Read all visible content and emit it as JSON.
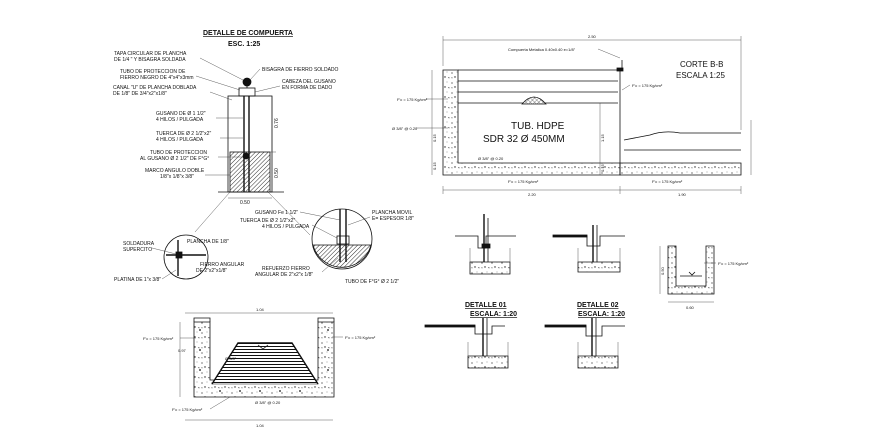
{
  "gate_detail": {
    "title": "DETALLE DE COMPUERTA",
    "scale": "ESC. 1:25",
    "labels": {
      "tapa": [
        "TAPA CIRCULAR DE PLANCHA",
        "DE 1/4 \" Y BISAGRA SOLDADA"
      ],
      "tubo_proteccion": [
        "TUBO DE PROTECCION DE",
        "FIERRO NEGRO DE 4\"x4\"x3mm"
      ],
      "canal_u": [
        "CANAL \"U\" DE PLANCHA DOBLADA",
        "DE 1/8\" DE 3/4\"x2\"x1/8\""
      ],
      "bisagra": "BISAGRA DE FIERRO SOLDADO",
      "cabeza": [
        "CABEZA DEL GUSANO",
        "EN FORMA DE DADO"
      ],
      "gusano": [
        "GUSANO DE Ø 1 1/2\"",
        "4 HILOS / PULGADA"
      ],
      "tuerca": [
        "TUERCA DE Ø 2 1/2\"x2\"",
        "4 HILOS / PULGADA"
      ],
      "tubo_gusano": [
        "TUBO DE PROTECCION",
        "AL GUSANO Ø 2 1/2\" DE F°G°"
      ],
      "marco": [
        "MARCO ANGULO DOBLE",
        "1/8\"x 1/8\"x 3/8\""
      ],
      "dim_076": "0.76",
      "dim_050v": "0.50",
      "dim_050h": "0.50"
    }
  },
  "small_details": {
    "soldadura": [
      "SOLDADURA",
      "SUPERCITO"
    ],
    "plancha_18": "PLANCHA DE 1/8\"",
    "fierro_angular": [
      "FIERRO ANGULAR",
      "DE 2\"x2\"x1/8\""
    ],
    "platina": "PLATINA DE 1\"x 3/8\"",
    "gusano_fe": "GUSANO Fe 1 1/2\"",
    "tuerca": [
      "TUERCA DE Ø 2 1/2\"x2\"",
      "4 HILOS / PULGADA"
    ],
    "plancha_movil": [
      "PLANCHA MOVIL",
      "E= ESPESOR 1/8\""
    ],
    "refuerzo": [
      "REFUERZO FIERRO",
      "ANGULAR DE 2\"x2\"x 1/8\""
    ],
    "tubo_fg": "TUBO DE F°G° Ø 2 1/2\""
  },
  "cross_section": {
    "dim_top": "1.04",
    "dim_bottom": "1.04",
    "dim_left": "0.97",
    "fc_left": "F'c = 175 Kg/cm²",
    "fc_right": "F'c = 175 Kg/cm²",
    "fc_bottom": "F'c = 175 Kg/cm²",
    "rebar_inner": "Ø 3/8\"",
    "rebar_bottom": "Ø 3/8\" @ 0.20"
  },
  "corte_bb": {
    "title": "CORTE B-B",
    "scale": "ESCALA 1:25",
    "dim_top": "2.50",
    "dim_bottom_left": "2.20",
    "dim_bottom_right": "1.90",
    "compuerta_note": "Compuerta Metalica 0.40x0.40 e=1/8\"",
    "fc_left": "F'c = 175 Kg/cm²",
    "fc_right": "F'c = 175 Kg/cm²",
    "fc_bottom": "F'c = 175 Kg/cm²",
    "fc_right_bottom": "F'c = 175 Kg/cm²",
    "rebar_left": "Ø 3/8\" @ 0.20",
    "rebar_bottom": "Ø 3/8\" @ 0.20",
    "tub_line1": "TUB. HDPE",
    "tub_line2": "SDR 32 Ø 450MM",
    "dim_v1": "0.15",
    "dim_v2": "0.15",
    "dim_v3": "1.15",
    "dim_v4": "0.15"
  },
  "detalle_01": {
    "title": "DETALLE 01",
    "scale": "ESCALA: 1:20"
  },
  "detalle_02": {
    "title": "DETALLE 02",
    "scale": "ESCALA: 1:20"
  },
  "u_channel": {
    "fc": "F'c = 175 Kg/cm²",
    "dim_left": "0.50",
    "dim_bottom": "0.60"
  }
}
